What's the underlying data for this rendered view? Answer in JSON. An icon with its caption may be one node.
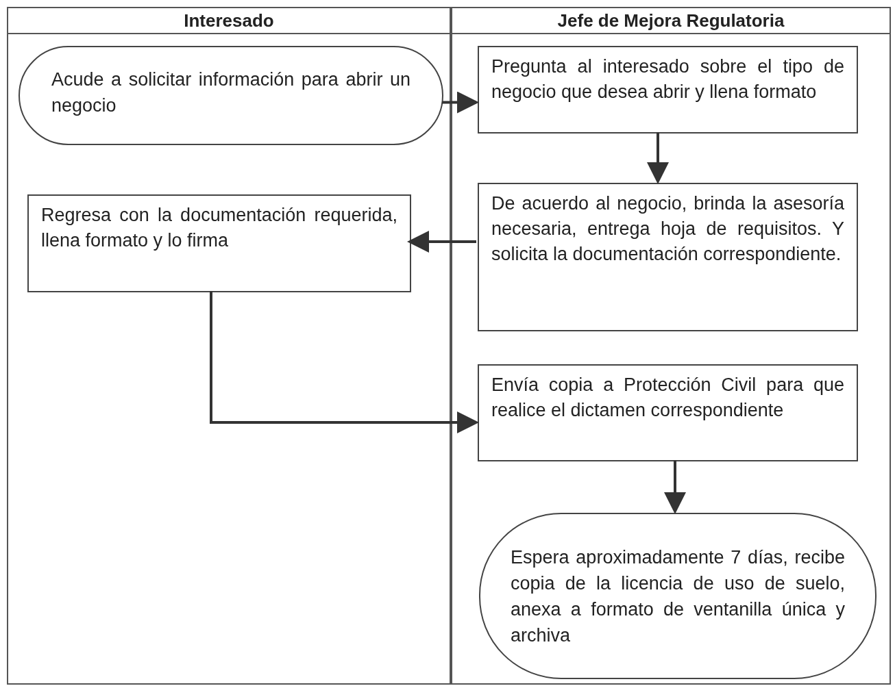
{
  "diagram": {
    "nodes": [
      {
        "text": [
          "Interesado"
        ]
      },
      {
        "text": [
          "Jefe de Mejora Regulatoria"
        ]
      },
      {
        "text": [
          "Acude a solicitar información para abrir un negocio"
        ],
        "in": 0
      },
      {
        "text": [
          "Pregunta al interesado sobre el tipo de negocio que desea abrir y llena formato"
        ],
        "in": 1
      },
      {
        "text": [
          "De acuerdo al negocio, brinda la asesoría necesaria, entrega hoja de requisitos. Y solicita la documentación correspondiente."
        ],
        "in": 1
      },
      {
        "text": [
          "Regresa con la documentación requerida, llena formato y lo firma"
        ],
        "in": 0
      },
      {
        "text": [
          "Envía copia a Protección Civil para que realice el dictamen correspondiente"
        ],
        "in": 1
      },
      {
        "text": [
          "Espera aproximadamente 7 días, recibe copia de la licencia de uso de suelo, anexa a formato de ventanilla única y archiva"
        ],
        "in": 1
      }
    ],
    "edges": [
      {
        "from": 2,
        "to": 3,
        "arrow": "to"
      },
      {
        "from": 3,
        "to": 4,
        "arrow": "to"
      },
      {
        "from": 4,
        "to": 5,
        "arrow": "to"
      },
      {
        "from": 5,
        "to": 6,
        "arrow": "to"
      },
      {
        "from": 6,
        "to": 7,
        "arrow": "to"
      }
    ]
  }
}
